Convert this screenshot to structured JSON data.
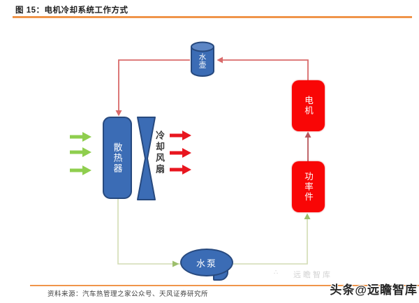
{
  "figure": {
    "title": "图 15：电机冷却系统工作方式",
    "source": "资料来源：汽车热管理之家公众号、天风证券研究所",
    "brand": "头条@远瞻智库",
    "watermark_mark": "∴",
    "watermark": "远瞻智库"
  },
  "diagram": {
    "nodes": {
      "kettle": {
        "label": "水壶"
      },
      "motor": {
        "label": "电机"
      },
      "power_unit": {
        "label": "功率件"
      },
      "radiator": {
        "label": "散热器"
      },
      "fan": {
        "label": "冷却风扇"
      },
      "pump": {
        "label": "水泵"
      }
    }
  },
  "colors": {
    "accent_orange": "#F0954A",
    "title_text": "#1F1F1F",
    "node_blue": "#3B6CB5",
    "node_blue_border": "#27497E",
    "cylinder_top": "#5D86C5",
    "node_red": "#F90606",
    "flow_red_line": "#D96A6A",
    "flow_red_dark": "#B8555A",
    "flow_green_line": "#D2DCB4",
    "flow_green_head": "#9DBF6C",
    "air_in_green": "#8FCE4E",
    "air_out_red": "#E8161F",
    "source_text": "#404040",
    "brand_text": "#262626",
    "watermark_gray": "#D2D2D2",
    "fan_label_text": "#3B3B3B"
  }
}
